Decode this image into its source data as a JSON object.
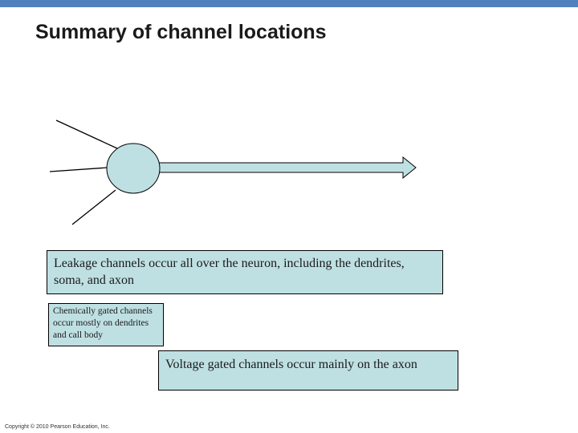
{
  "slide": {
    "title": "Summary of channel locations",
    "copyright": "Copyright © 2010 Pearson Education, Inc."
  },
  "diagram": {
    "labels": {
      "leakage": "Leakage channels occur all over the neuron, including the dendrites, soma, and axon",
      "chemical": "Chemically gated channels occur mostly on dendrites and call body",
      "voltage": "Voltage gated channels occur mainly on the axon"
    }
  },
  "colors": {
    "accent_bar": "#4f81bd",
    "soma_fill": "#bfe0e3",
    "box_fill": "#bfe0e3",
    "axon_fill": "#bfe0e3"
  }
}
